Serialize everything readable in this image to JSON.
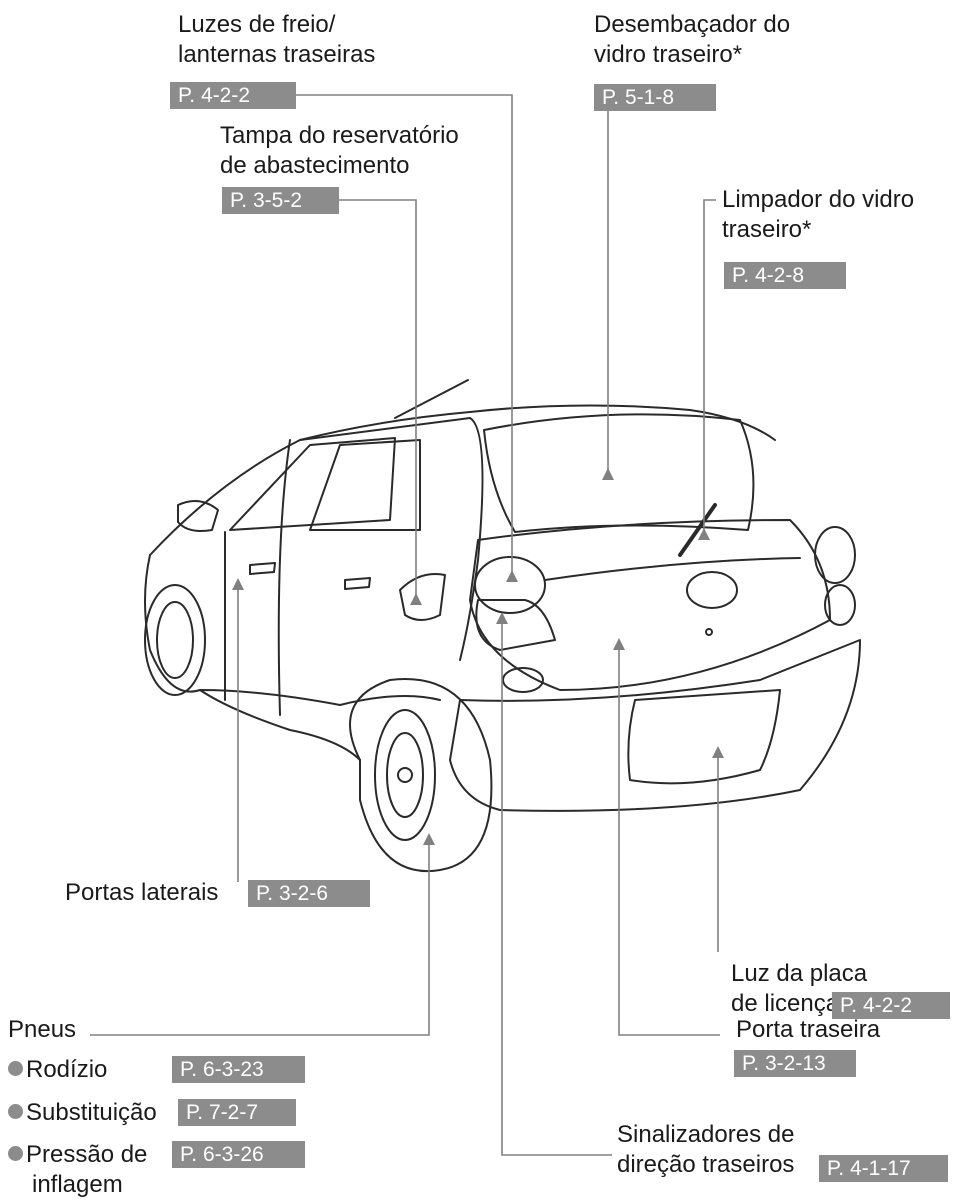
{
  "labels": {
    "brake_lights": [
      "Luzes de freio/",
      "lanternas traseiras"
    ],
    "rear_defogger": [
      "Desembaçador do",
      "vidro traseiro*"
    ],
    "fuel_door": [
      "Tampa do reservatório",
      "de abastecimento"
    ],
    "rear_wiper": [
      "Limpador do vidro",
      "traseiro*"
    ],
    "side_doors": "Portas laterais",
    "plate_light": [
      "Luz da placa",
      "de licença"
    ],
    "tires": "Pneus",
    "rotation": "Rodízio",
    "replacement": "Substituição",
    "pressure": [
      "Pressão de",
      "inflagem"
    ],
    "back_door": "Porta traseira",
    "turn_signals": [
      "Sinalizadores de",
      "direção traseiros"
    ]
  },
  "refs": {
    "brake_lights": "P. 4-2-2",
    "rear_defogger": "P. 5-1-8",
    "fuel_door": "P. 3-5-2",
    "rear_wiper": "P. 4-2-8",
    "side_doors": "P. 3-2-6",
    "plate_light": "P. 4-2-2",
    "rotation": "P. 6-3-23",
    "replacement": "P. 7-2-7",
    "pressure": "P. 6-3-26",
    "back_door": "P. 3-2-13",
    "turn_signals": "P. 4-1-17"
  },
  "colors": {
    "ref_bg": "#8c8c8c",
    "line": "#808080",
    "drawing": "#2a2a2a"
  }
}
